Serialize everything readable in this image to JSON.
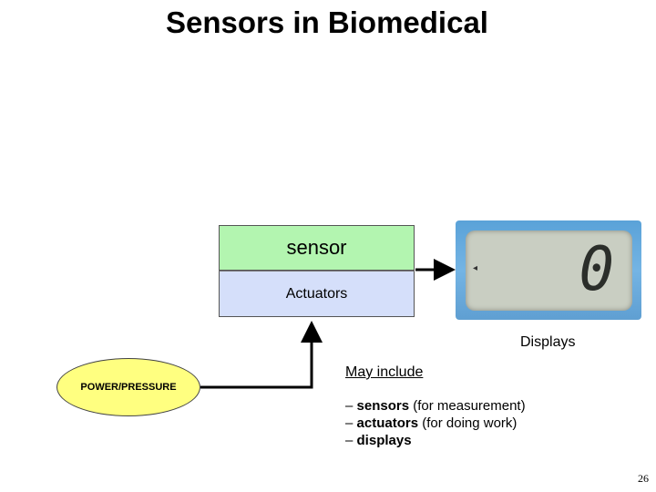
{
  "title": "Sensors in Biomedical",
  "blocks": {
    "sensor": "sensor",
    "actuators": "Actuators"
  },
  "display": {
    "reading": "0",
    "label": "Displays"
  },
  "source": {
    "label": "POWER/PRESSURE"
  },
  "notes": {
    "heading": "May include",
    "items": [
      {
        "bold": "sensors",
        "rest": " (for measurement)"
      },
      {
        "bold": "actuators",
        "rest": " (for doing work)"
      },
      {
        "bold": "displays",
        "rest": ""
      }
    ]
  },
  "page_number": "26",
  "colors": {
    "sensor_fill": "#b3f5b0",
    "actuator_fill": "#d5dffa",
    "source_fill": "#ffff80",
    "display_frame": "#5aa2d8",
    "lcd": "#c9cec2"
  }
}
